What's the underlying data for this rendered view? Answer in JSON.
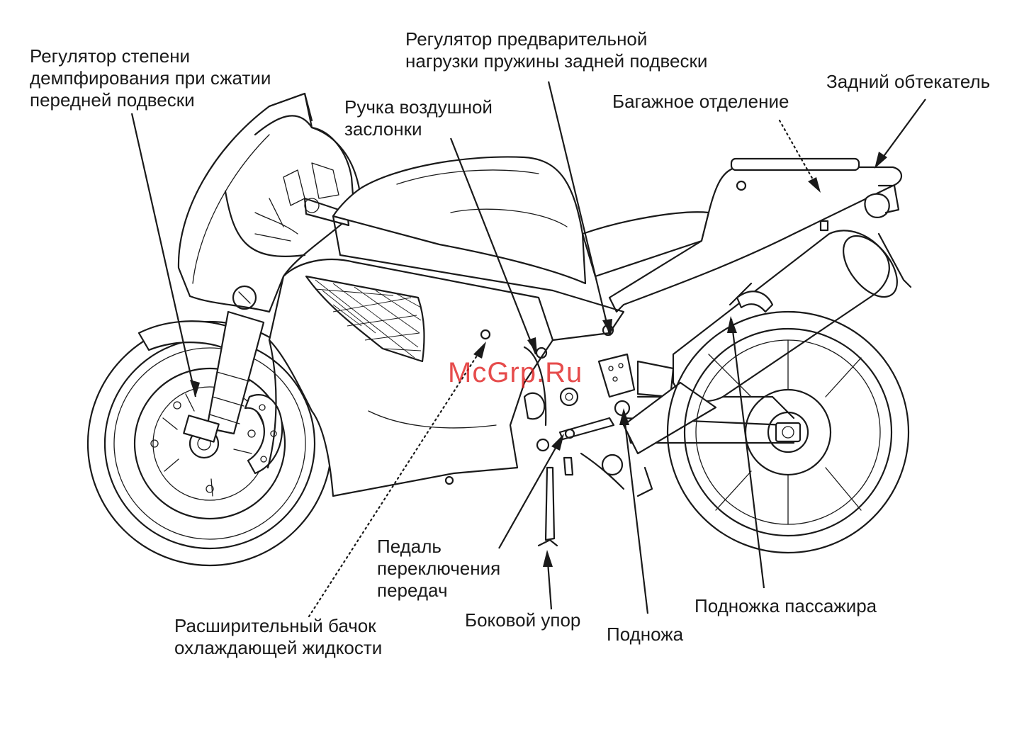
{
  "labels": {
    "front_compression": "Регулятор степени\nдемпфирования при сжатии\nпередней подвески",
    "choke": "Ручка воздушной\nзаслонки",
    "rear_preload": "Регулятор предварительной\nнагрузки пружины задней подвески",
    "luggage": "Багажное отделение",
    "rear_cowl": "Задний обтекатель",
    "gear_pedal": "Педаль\nпереключения\nпередач",
    "side_stand": "Боковой упор",
    "footpeg": "Подножа",
    "passenger_peg": "Подножка пассажира",
    "coolant_tank": "Расширительный бачок\nохлаждающей жидкости"
  },
  "watermark": "McGrp.Ru",
  "colors": {
    "line": "#1a1a1a",
    "watermark": "#e02020"
  }
}
